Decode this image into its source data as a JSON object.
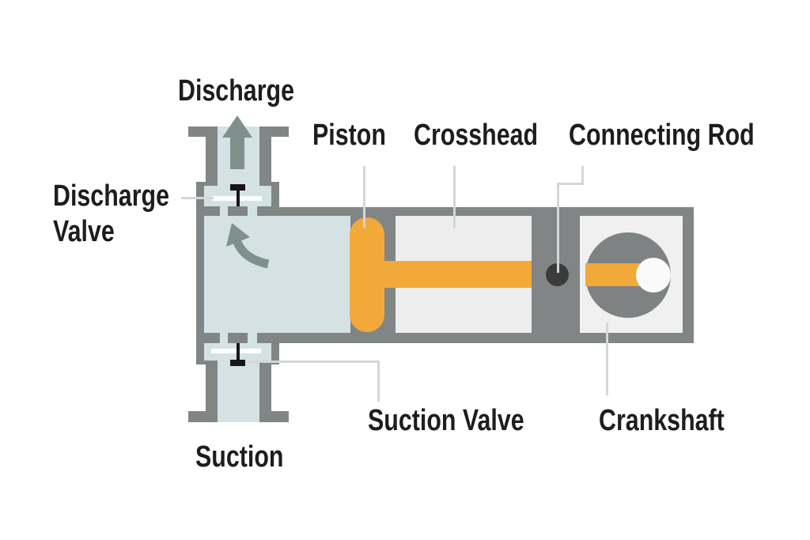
{
  "figure": {
    "type": "labeled-diagram",
    "labels": {
      "discharge": "Discharge",
      "discharge_valve_line1": "Discharge",
      "discharge_valve_line2": "Valve",
      "piston": "Piston",
      "crosshead": "Crosshead",
      "connecting_rod": "Connecting Rod",
      "suction_valve": "Suction Valve",
      "crankshaft": "Crankshaft",
      "suction": "Suction"
    },
    "icons": {
      "up_arrow": "discharge-flow-arrow-icon",
      "curved_arrow": "compression-flow-arrow-icon"
    },
    "colors": {
      "body_gray": "#818585",
      "fluid_blue": "#d5e2e4",
      "crosshead_guide_gray": "#ededee",
      "crank_box_gray": "#f0f0f1",
      "crank_disc_gray": "#7e8282",
      "accent_orange": "#f2a93a",
      "wrist_pin_dark": "#3b3b3b",
      "crank_pin_white": "#fafafa",
      "arrow_gray": "#7f908d",
      "valve_black": "#161616",
      "valve_plate_white": "#ffffff",
      "leader_gray": "#d4d7d7",
      "text_black": "#1d1d1d",
      "background": "#ffffff"
    }
  }
}
